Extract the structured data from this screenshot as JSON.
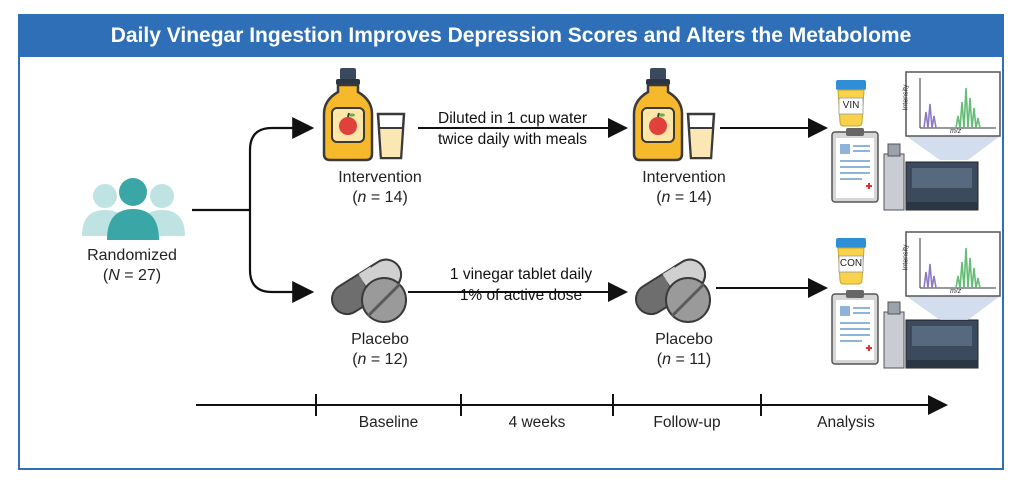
{
  "title": "Daily Vinegar Ingestion Improves Depression Scores and Alters the Metabolome",
  "colors": {
    "banner": "#2e6fb7",
    "bottle_body": "#f6b92b",
    "cap": "#3a4a5c",
    "pill": "#808080",
    "vial_lid": "#2e8fd6",
    "chrom_purple": "#8e7cc3",
    "chrom_green": "#66bb77",
    "people": "#3aa6a6"
  },
  "randomized": {
    "label": "Randomized",
    "n_var": "N",
    "n_value": "= 27)"
  },
  "intervention": {
    "label": "Intervention",
    "n_var": "n",
    "baseline_n": "= 14)",
    "followup_n": "= 14)",
    "annotation_line1": "Diluted in 1 cup water",
    "annotation_line2": "twice daily with meals"
  },
  "placebo": {
    "label": "Placebo",
    "n_var": "n",
    "baseline_n": "= 12)",
    "followup_n": "= 11)",
    "annotation_line1": "1 vinegar tablet daily",
    "annotation_line2": "1% of active dose"
  },
  "analysis": {
    "vial_top": "VIN",
    "vial_bottom": "CON",
    "chrom_ylabel": "Intensity",
    "chrom_xlabel": "m/z"
  },
  "timeline": [
    "Baseline",
    "4 weeks",
    "Follow-up",
    "Analysis"
  ]
}
